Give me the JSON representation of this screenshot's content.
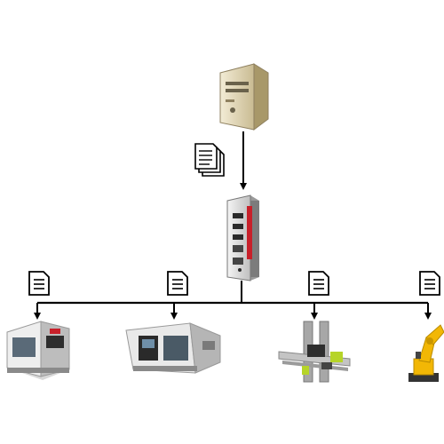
{
  "diagram": {
    "nodes": [
      {
        "id": "server",
        "kind": "server-tower",
        "label": ""
      },
      {
        "id": "controller",
        "kind": "industrial-controller",
        "label": ""
      },
      {
        "id": "machine-1",
        "kind": "vertical-machining-center",
        "label": ""
      },
      {
        "id": "machine-2",
        "kind": "cnc-lathe",
        "label": ""
      },
      {
        "id": "machine-3",
        "kind": "gantry-rail-system",
        "label": ""
      },
      {
        "id": "machine-4",
        "kind": "industrial-robot-arm",
        "label": ""
      }
    ],
    "edges": [
      {
        "from": "server",
        "to": "controller",
        "payload": "document-stack-icon"
      },
      {
        "from": "controller",
        "to": "machine-1",
        "payload": "document-icon"
      },
      {
        "from": "controller",
        "to": "machine-2",
        "payload": "document-icon"
      },
      {
        "from": "controller",
        "to": "machine-3",
        "payload": "document-icon"
      },
      {
        "from": "controller",
        "to": "machine-4",
        "payload": "document-icon"
      }
    ],
    "colors": {
      "line": "#000000",
      "server_body": "#e8dfc2",
      "controller_accent": "#c8202a",
      "robot_body": "#f2b705",
      "lathe_body": "#d9d9d9",
      "rail_accent": "#b6d428"
    }
  }
}
